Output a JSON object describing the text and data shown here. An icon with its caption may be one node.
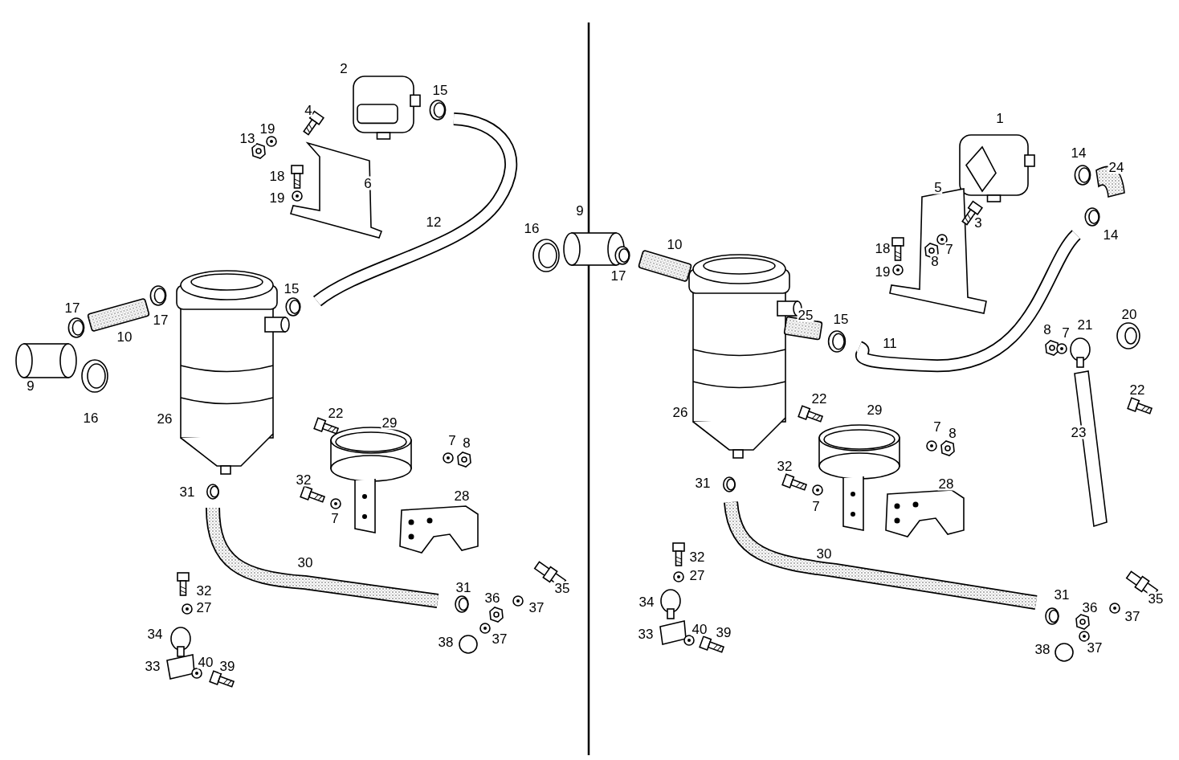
{
  "diagram": {
    "labels": [
      "2",
      "15",
      "4",
      "13",
      "19",
      "18",
      "6",
      "19",
      "12",
      "17",
      "17",
      "10",
      "15",
      "9",
      "16",
      "26",
      "22",
      "29",
      "7",
      "8",
      "32",
      "28",
      "31",
      "7",
      "30",
      "32",
      "27",
      "31",
      "36",
      "35",
      "37",
      "34",
      "33",
      "40",
      "39",
      "38",
      "37",
      "1",
      "14",
      "24",
      "5",
      "9",
      "3",
      "16",
      "10",
      "18",
      "7",
      "8",
      "14",
      "19",
      "17",
      "25",
      "15",
      "11",
      "20",
      "8",
      "7",
      "21",
      "22",
      "26",
      "22",
      "29",
      "23",
      "7",
      "8",
      "31",
      "32",
      "28",
      "7",
      "32",
      "30",
      "27",
      "34",
      "31",
      "36",
      "35",
      "37",
      "33",
      "40",
      "39",
      "38",
      "37"
    ]
  }
}
